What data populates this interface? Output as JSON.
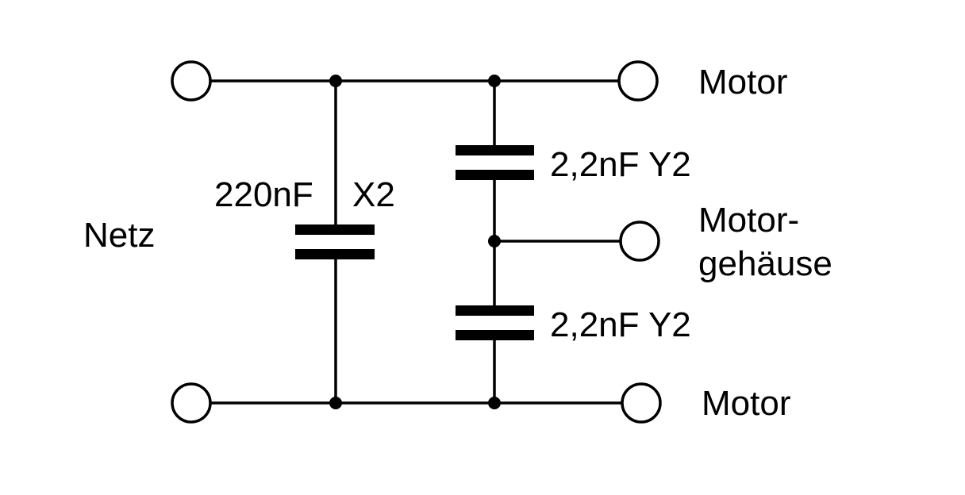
{
  "labels": {
    "netz": "Netz",
    "x_cap_value": "220nF",
    "x_cap_class": "X2",
    "y_cap_top": "2,2nF Y2",
    "y_cap_bottom": "2,2nF Y2",
    "motor_top": "Motor",
    "motor_bottom": "Motor",
    "housing_line1": "Motor-",
    "housing_line2": "gehäuse"
  },
  "colors": {
    "ink": "#000000",
    "background": "#ffffff"
  }
}
